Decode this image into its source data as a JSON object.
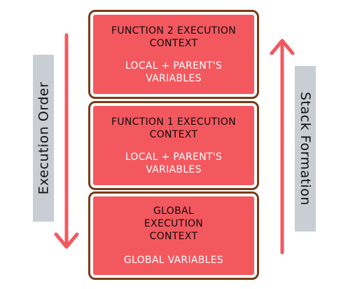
{
  "labels": {
    "left": "Execution Order",
    "right": "Stack Formation"
  },
  "contexts": [
    {
      "title": "FUNCTION 2 EXECUTION CONTEXT",
      "title_line1": "FUNCTION 2 EXECUTION",
      "title_line2": "CONTEXT",
      "vars_line1": "LOCAL + PARENT'S",
      "vars_line2": "VARIABLES"
    },
    {
      "title": "FUNCTION 1 EXECUTION CONTEXT",
      "title_line1": "FUNCTION 1 EXECUTION",
      "title_line2": "CONTEXT",
      "vars_line1": "LOCAL + PARENT'S",
      "vars_line2": "VARIABLES"
    },
    {
      "title": "GLOBAL EXECUTION CONTEXT",
      "title_line1": "GLOBAL",
      "title_line2": "EXECUTION",
      "title_line3": "CONTEXT",
      "vars_line1": "GLOBAL VARIABLES"
    }
  ],
  "colors": {
    "box_fill": "#f4585f",
    "box_border": "#7a3b17",
    "arrow": "#f4585f",
    "side_label_bg": "#c9cdd4"
  }
}
